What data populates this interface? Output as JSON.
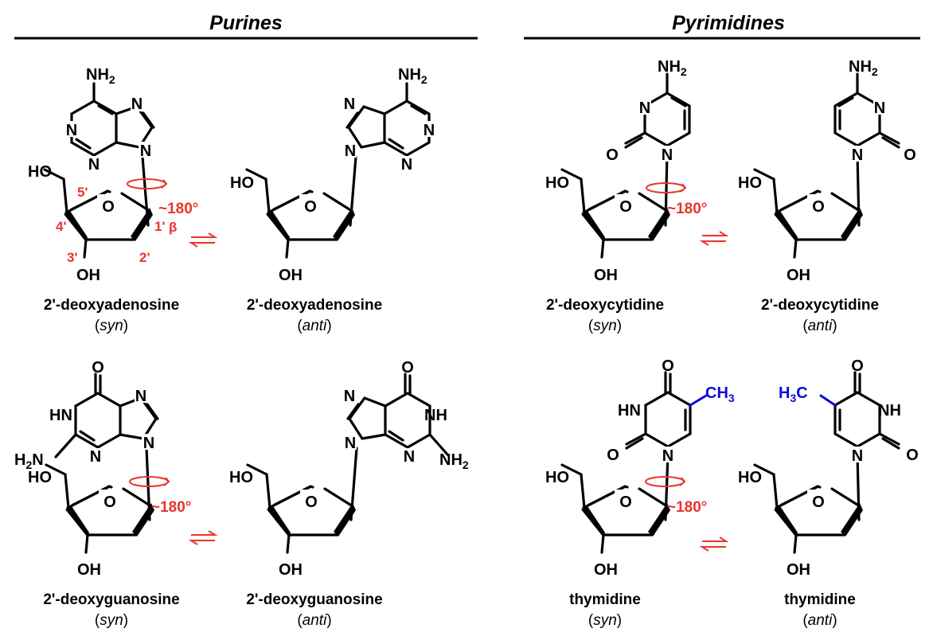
{
  "headers": {
    "purines": "Purines",
    "pyrimidines": "Pyrimidines"
  },
  "atoms": {
    "ho": "HO",
    "oh": "OH",
    "o": "O",
    "n": "N",
    "hn": "HN",
    "nh": "NH",
    "nh2_main": "NH",
    "nh2_sub": "2",
    "h2n_main": "H",
    "h2n_sub": "2",
    "h2n_end": "N",
    "ch3_main": "CH",
    "ch3_sub": "3",
    "h3c_h": "H",
    "h3c_sub": "3",
    "h3c_c": "C"
  },
  "angle_label": "~180°",
  "locants": {
    "c5": "5'",
    "c4": "4'",
    "c3": "3'",
    "c2": "2'",
    "c1": "1'",
    "beta": "β"
  },
  "molecules": {
    "dA_syn": {
      "name": "2'-deoxyadenosine",
      "conformation": "syn"
    },
    "dA_anti": {
      "name": "2'-deoxyadenosine",
      "conformation": "anti"
    },
    "dC_syn": {
      "name": "2'-deoxycytidine",
      "conformation": "syn"
    },
    "dC_anti": {
      "name": "2'-deoxycytidine",
      "conformation": "anti"
    },
    "dG_syn": {
      "name": "2'-deoxyguanosine",
      "conformation": "syn"
    },
    "dG_anti": {
      "name": "2'-deoxyguanosine",
      "conformation": "anti"
    },
    "T_syn": {
      "name": "thymidine",
      "conformation": "syn"
    },
    "T_anti": {
      "name": "thymidine",
      "conformation": "anti"
    }
  },
  "paren_open": "(",
  "paren_close": ")",
  "colors": {
    "annotation": "#e8352b",
    "highlight": "#0b0bd8",
    "structure": "#000000"
  }
}
